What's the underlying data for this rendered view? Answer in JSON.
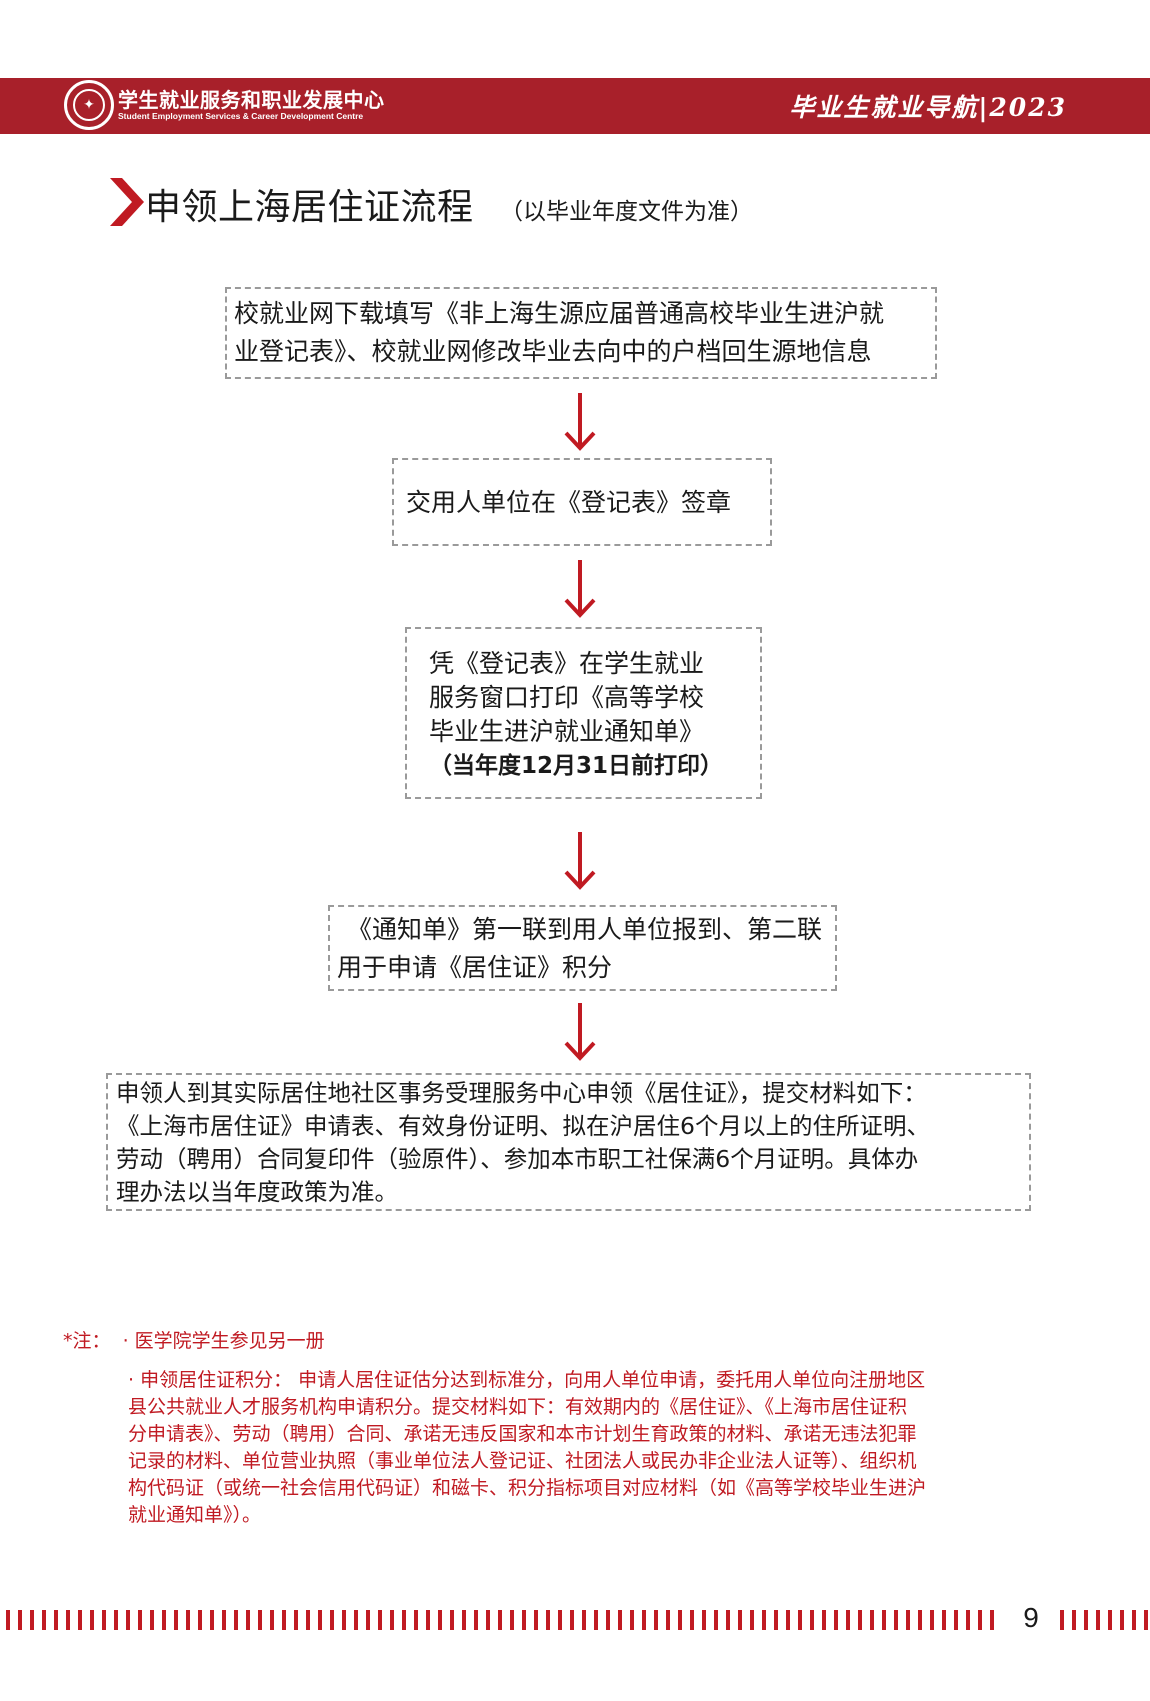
{
  "header": {
    "org_cn": "学生就业服务和职业发展中心",
    "org_en": "Student Employment Services & Career Development Centre",
    "guide_title": "毕业生就业导航|2023",
    "accent_color": "#a8202a",
    "logo_icon": "university-seal-icon"
  },
  "page": {
    "title": "申领上海居住证流程",
    "subtitle": "（以毕业年度文件为准）"
  },
  "steps": [
    {
      "lines": [
        "校就业网下载填写《非上海生源应届普通高校毕业生进沪就",
        "业登记表》、校就业网修改毕业去向中的户档回生源地信息"
      ]
    },
    {
      "lines": [
        "交用人单位在《登记表》签章"
      ]
    },
    {
      "lines": [
        "凭《登记表》在学生就业",
        "服务窗口打印《高等学校",
        "毕业生进沪就业通知单》",
        "（当年度12月31日前打印）"
      ]
    },
    {
      "lines": [
        "《通知单》第一联到用人单位报到、第二联",
        "用于申请《居住证》积分"
      ]
    },
    {
      "lines": [
        "申领人到其实际居住地社区事务受理服务中心申领《居住证》，提交材料如下：",
        "《上海市居住证》申请表、有效身份证明、拟在沪居住6个月以上的住所证明、",
        "劳动（聘用）合同复印件（验原件）、参加本市职工社保满6个月证明。具体办",
        "理办法以当年度政策为准。"
      ]
    }
  ],
  "notes": {
    "label": "*注：",
    "item1": "· 医学院学生参见另一册",
    "item2_lines": [
      "· 申领居住证积分：  申请人居住证估分达到标准分，向用人单位申请，委托用人单位向注册地区",
      "县公共就业人才服务机构申请积分。提交材料如下：有效期内的《居住证》、《上海市居住证积",
      "分申请表》、劳动（聘用）合同、承诺无违反国家和本市计划生育政策的材料、承诺无违法犯罪",
      "记录的材料、单位营业执照（事业单位法人登记证、社团法人或民办非企业法人证等）、组织机",
      "构代码证（或统一社会信用代码证）和磁卡、积分指标项目对应材料（如《高等学校毕业生进沪",
      "就业通知单》）。"
    ],
    "color": "#c01a22"
  },
  "footer": {
    "page_number": "9",
    "dash_color": "#c01a22"
  }
}
